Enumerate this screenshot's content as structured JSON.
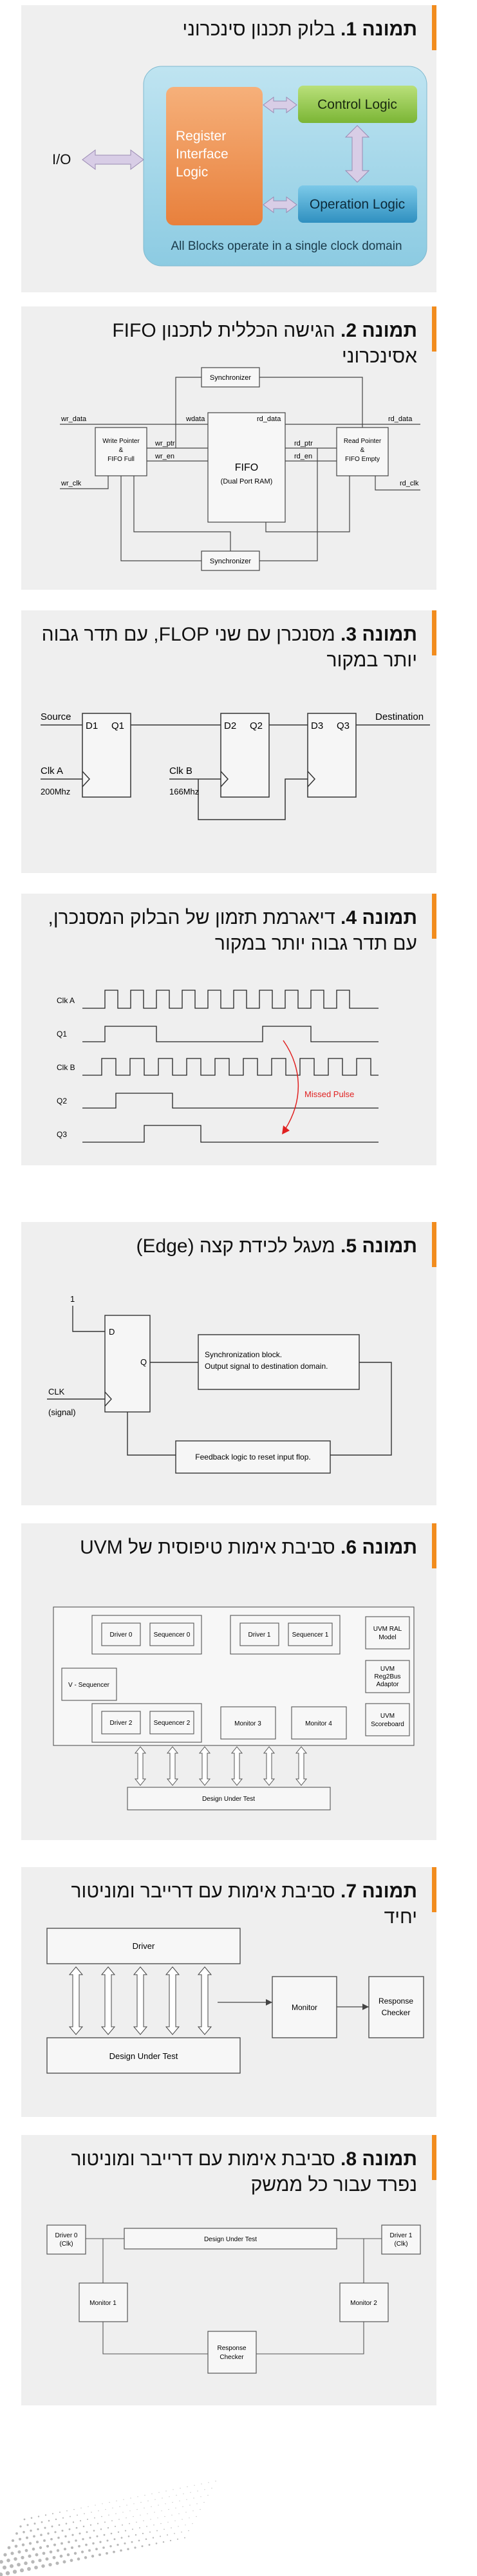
{
  "figures": [
    {
      "title_bold": "תמונה 1.",
      "title_text": " בלוק תכנון סינכרוני"
    },
    {
      "title_bold": "תמונה 2.",
      "title_text": " הגישה הכללית לתכנון FIFO אסינכרוני"
    },
    {
      "title_bold": "תמונה 3.",
      "title_text": " מסנכרן עם שני FLOP, עם תדר גבוה יותר במקור"
    },
    {
      "title_bold": "תמונה 4.",
      "title_text": " דיאגרמת תזמון של הבלוק המסנכרן, עם תדר גבוה יותר במקור"
    },
    {
      "title_bold": "תמונה 5.",
      "title_text": " מעגל לכידת קצה (Edge)"
    },
    {
      "title_bold": "תמונה 6.",
      "title_text": " סביבת אימות טיפוסית של UVM"
    },
    {
      "title_bold": "תמונה 7.",
      "title_text": " סביבת אימות עם דרייבר ומוניטור יחיד"
    },
    {
      "title_bold": "תמונה 8.",
      "title_text": " סביבת אימות עם דרייבר ומוניטור נפרד עבור כל ממשק"
    }
  ],
  "fig1": {
    "io": "I/O",
    "reg1": "Register",
    "reg2": "Interface",
    "reg3": "Logic",
    "control": "Control Logic",
    "operation": "Operation Logic",
    "footer": "All Blocks operate in a single clock domain",
    "colors": {
      "panel": "#9fd3e6",
      "orange": "#f0914f",
      "green": "#8cc63f",
      "blue": "#3aa0cc"
    }
  },
  "fig2": {
    "sync": "Synchronizer",
    "write1": "Write Pointer",
    "write2": "&",
    "write3": "FIFO Full",
    "read1": "Read Pointer",
    "read2": "&",
    "read3": "FIFO Empty",
    "fifo": "FIFO",
    "fifo_sub": "(Dual Port RAM)",
    "wdata_in": "wr_data",
    "wdata": "wdata",
    "rddata": "rd_data",
    "rddata_out": "rd_data",
    "wr_ptr": "wr_ptr",
    "wr_en": "wr_en",
    "rd_ptr": "rd_ptr",
    "rd_en": "rd_en",
    "wr_clk": "wr_clk",
    "rd_clk": "rd_clk"
  },
  "fig3": {
    "source": "Source",
    "destination": "Destination",
    "clka": "Clk A",
    "clka_f": "200Mhz",
    "clkb": "Clk B",
    "clkb_f": "166Mhz",
    "d1": "D1",
    "q1": "Q1",
    "d2": "D2",
    "q2": "Q2",
    "d3": "D3",
    "q3": "Q3"
  },
  "fig4": {
    "clka": "Clk A",
    "q1": "Q1",
    "clkb": "Clk B",
    "q2": "Q2",
    "q3": "Q3",
    "missed": "Missed Pulse",
    "missed_color": "#e02020"
  },
  "fig5": {
    "one": "1",
    "d": "D",
    "q": "Q",
    "clk": "CLK",
    "signal": "(signal)",
    "sync1": "Synchronization block.",
    "sync2": "Output signal to destination domain.",
    "feedback": "Feedback logic to reset input flop."
  },
  "fig6": {
    "driver0": "Driver 0",
    "seq0": "Sequencer 0",
    "driver1": "Driver 1",
    "seq1": "Sequencer 1",
    "driver2": "Driver 2",
    "seq2": "Sequencer 2",
    "vseq": "V - Sequencer",
    "monitor3": "Monitor 3",
    "monitor4": "Monitor 4",
    "ral1": "UVM RAL",
    "ral2": "Model",
    "reg1": "UVM",
    "reg2": "Reg2Bus",
    "reg3": "Adaptor",
    "sb1": "UVM",
    "sb2": "Scoreboard",
    "dut": "Design Under Test"
  },
  "fig7": {
    "driver": "Driver",
    "monitor": "Monitor",
    "resp1": "Response",
    "resp2": "Checker",
    "dut": "Design Under Test"
  },
  "fig8": {
    "drv0a": "Driver 0",
    "drv0b": "(Clk)",
    "drv1a": "Driver 1",
    "drv1b": "(Clk)",
    "dut": "Design Under Test",
    "mon1": "Monitor 1",
    "mon2": "Monitor 2",
    "resp1": "Response",
    "resp2": "Checker"
  }
}
